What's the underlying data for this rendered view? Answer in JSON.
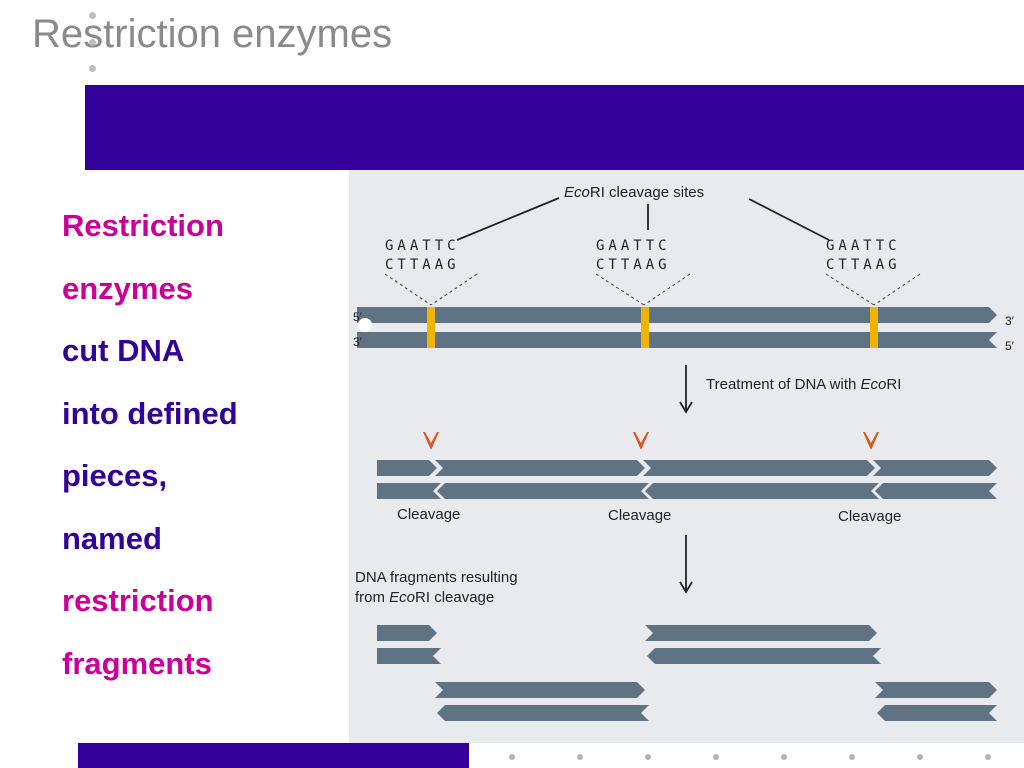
{
  "slide": {
    "title": "Restriction enzymes"
  },
  "body_text": {
    "lines": [
      {
        "text": "Restriction",
        "color": "#cc0099"
      },
      {
        "text": "enzymes",
        "color": "#cc0099"
      },
      {
        "text": "cut DNA",
        "color": "#330099"
      },
      {
        "text": "into defined",
        "color": "#330099"
      },
      {
        "text": "pieces,",
        "color": "#330099"
      },
      {
        "text": "named",
        "color": "#330099"
      },
      {
        "text": "restriction",
        "color": "#cc0099"
      },
      {
        "text": "fragments",
        "color": "#cc0099"
      }
    ]
  },
  "figure": {
    "header_italic": "Eco",
    "header_rest": "RI cleavage sites",
    "site_top": "GAATTC",
    "site_bottom": "CTTAAG",
    "strand_top_left": "5′",
    "strand_bottom_left": "3′",
    "strand_top_right": "3′",
    "strand_bottom_right": "5′",
    "treatment_prefix": "Treatment of DNA with ",
    "treatment_italic": "Eco",
    "treatment_suffix": "RI",
    "cleavage_label": "Cleavage",
    "fragments_line1": "DNA fragments resulting",
    "fragments_line2_prefix": "from ",
    "fragments_line2_italic": "Eco",
    "fragments_line2_suffix": "RI cleavage"
  },
  "colors": {
    "accent_navy": "#330099",
    "accent_magenta": "#cc0099",
    "strand": "#5f7385",
    "site_marker": "#f0b400",
    "cut_arrow": "#d8581e",
    "figure_bg": "#e8eaee"
  }
}
